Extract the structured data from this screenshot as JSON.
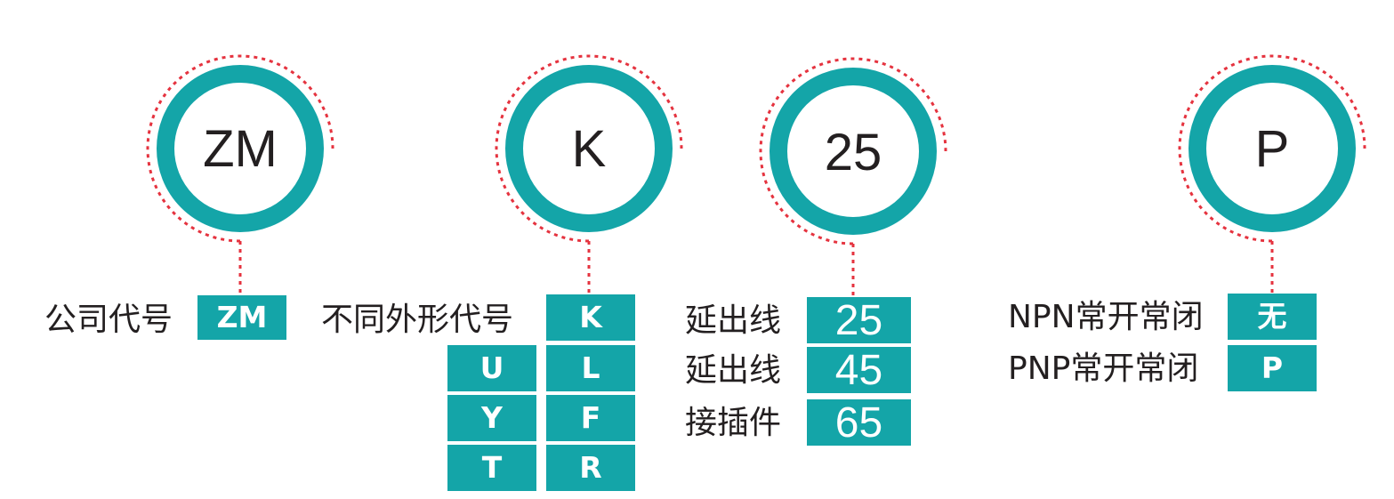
{
  "colors": {
    "teal": "#14a5a8",
    "dash": "#e5333f",
    "text": "#231f20"
  },
  "circles": [
    "ZM",
    "K",
    "25",
    "P"
  ],
  "labels": {
    "company_code": "公司代号",
    "shape_code": "不同外形代号",
    "extension_line_1": "延出线",
    "extension_line_2": "延出线",
    "connector": "接插件",
    "npn": "NPN常开常闭",
    "pnp": "PNP常开常闭"
  },
  "boxes": {
    "company": [
      "ZM"
    ],
    "shape_left": [
      "U",
      "Y",
      "T"
    ],
    "shape_right": [
      "K",
      "L",
      "F",
      "R"
    ],
    "cable": [
      "25",
      "45",
      "65"
    ],
    "output": [
      "无",
      "P"
    ]
  }
}
